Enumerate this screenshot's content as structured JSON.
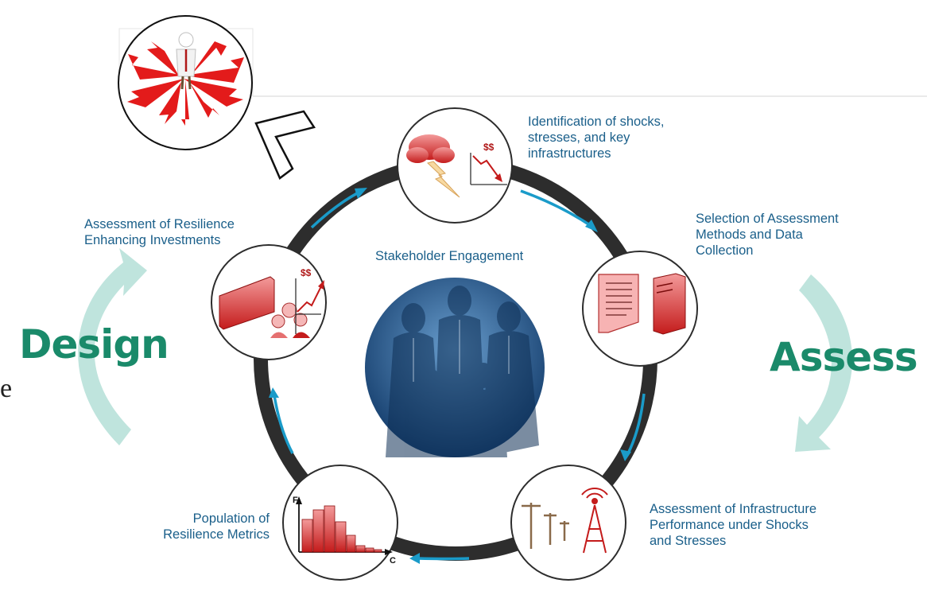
{
  "center_label": "Stakeholder Engagement",
  "steps": [
    {
      "id": "identification",
      "lines": [
        "Identification of shocks,",
        "stresses, and key",
        "infrastructures"
      ],
      "icon_text": "$$"
    },
    {
      "id": "selection",
      "lines": [
        "Selection of Assessment",
        "Methods and Data",
        "Collection"
      ]
    },
    {
      "id": "performance",
      "lines": [
        "Assessment of Infrastructure",
        "Performance under Shocks",
        "and Stresses"
      ]
    },
    {
      "id": "population",
      "lines": [
        "Population of",
        "Resilience Metrics"
      ],
      "axis_y": "F",
      "axis_x": "C"
    },
    {
      "id": "investments",
      "lines": [
        "Assessment of Resilience",
        "Enhancing Investments"
      ],
      "icon_text": "$$"
    }
  ],
  "side_labels": {
    "design": "Design",
    "assess": "Assess"
  },
  "edge_fragment": "e",
  "colors": {
    "label": "#1a5f8a",
    "side": "#1a8a6a",
    "ring": "#2d2d2d",
    "arrow": "#1a9bc9",
    "icon_red": "#d42a2a",
    "people": "#1f4f80"
  }
}
